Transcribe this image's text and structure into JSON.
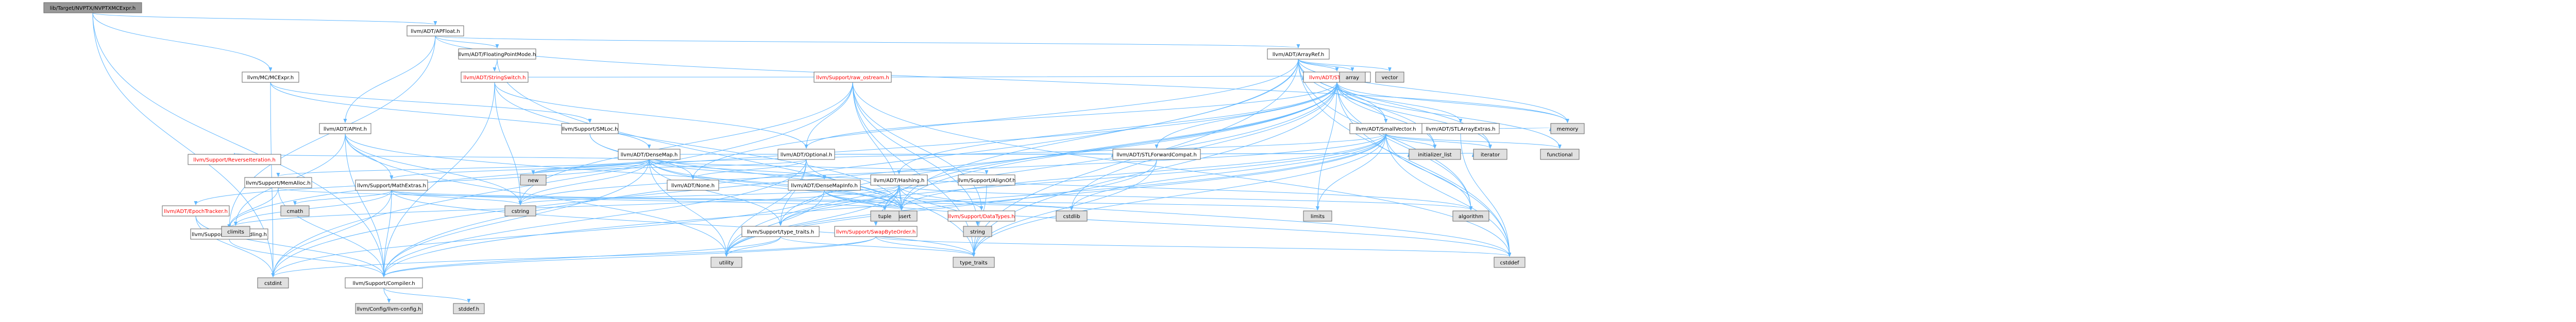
{
  "colors": {
    "root_fill": "#999999",
    "file_fill": "#ffffff",
    "system_fill": "#e0e0e0",
    "edge": "#63b8ff",
    "red_text": "#ff0000",
    "border": "#666666"
  },
  "nodes": [
    {
      "id": "root",
      "label": "lib/Target/NVPTX/NVPTXMCExpr.h",
      "kind": "root"
    },
    {
      "id": "apfloat",
      "label": "llvm/ADT/APFloat.h",
      "kind": "file"
    },
    {
      "id": "mcexpr",
      "label": "llvm/MC/MCExpr.h",
      "kind": "file"
    },
    {
      "id": "fpmode",
      "label": "llvm/ADT/FloatingPointMode.h",
      "kind": "file"
    },
    {
      "id": "arrayref",
      "label": "llvm/ADT/ArrayRef.h",
      "kind": "file"
    },
    {
      "id": "apsint",
      "label": "llvm/ADT/APInt.h",
      "kind": "file"
    },
    {
      "id": "stringswitch",
      "label": "llvm/ADT/StringSwitch.h",
      "kind": "red"
    },
    {
      "id": "smloc",
      "label": "llvm/Support/SMLoc.h",
      "kind": "file"
    },
    {
      "id": "rawostream",
      "label": "llvm/Support/raw_ostream.h",
      "kind": "red"
    },
    {
      "id": "stlextras",
      "label": "llvm/ADT/STLExtras.h",
      "kind": "red"
    },
    {
      "id": "densemap",
      "label": "llvm/ADT/DenseMap.h",
      "kind": "file"
    },
    {
      "id": "optional",
      "label": "llvm/ADT/Optional.h",
      "kind": "file"
    },
    {
      "id": "smallvector",
      "label": "llvm/ADT/SmallVector.h",
      "kind": "file"
    },
    {
      "id": "stlarrayextras",
      "label": "llvm/ADT/STLArrayExtras.h",
      "kind": "file"
    },
    {
      "id": "hashing",
      "label": "llvm/ADT/Hashing.h",
      "kind": "file"
    },
    {
      "id": "densemapinfo",
      "label": "llvm/ADT/DenseMapInfo.h",
      "kind": "file"
    },
    {
      "id": "none",
      "label": "llvm/ADT/None.h",
      "kind": "file"
    },
    {
      "id": "aligntof",
      "label": "llvm/Support/AlignOf.h",
      "kind": "file"
    },
    {
      "id": "stlfwd",
      "label": "llvm/ADT/STLForwardCompat.h",
      "kind": "file"
    },
    {
      "id": "reverseiter",
      "label": "llvm/Support/ReverseIteration.h",
      "kind": "red"
    },
    {
      "id": "memalloc",
      "label": "llvm/Support/MemAlloc.h",
      "kind": "file"
    },
    {
      "id": "mathextras",
      "label": "llvm/Support/MathExtras.h",
      "kind": "file"
    },
    {
      "id": "epochtracker",
      "label": "llvm/ADT/EpochTracker.h",
      "kind": "red"
    },
    {
      "id": "swapbyteorder",
      "label": "llvm/Support/SwapByteOrder.h",
      "kind": "red"
    },
    {
      "id": "datatypes",
      "label": "llvm/Support/DataTypes.h",
      "kind": "red"
    },
    {
      "id": "typetraits",
      "label": "llvm/Support/type_traits.h",
      "kind": "file"
    },
    {
      "id": "errorhandling",
      "label": "llvm/Support/ErrorHandling.h",
      "kind": "file"
    },
    {
      "id": "compiler",
      "label": "llvm/Support/Compiler.h",
      "kind": "file"
    },
    {
      "id": "llvmconfig",
      "label": "llvm/Config/llvm-config.h",
      "kind": "system"
    },
    {
      "id": "stddef",
      "label": "stddef.h",
      "kind": "system"
    },
    {
      "id": "cstdint",
      "label": "cstdint",
      "kind": "system"
    },
    {
      "id": "utility",
      "label": "utility",
      "kind": "system"
    },
    {
      "id": "cassert",
      "label": "cassert",
      "kind": "system"
    },
    {
      "id": "cstring",
      "label": "cstring",
      "kind": "system"
    },
    {
      "id": "climits",
      "label": "climits",
      "kind": "system"
    },
    {
      "id": "cmath",
      "label": "cmath",
      "kind": "system"
    },
    {
      "id": "new",
      "label": "new",
      "kind": "system"
    },
    {
      "id": "tuple",
      "label": "tuple",
      "kind": "system"
    },
    {
      "id": "string",
      "label": "string",
      "kind": "system"
    },
    {
      "id": "typetraitsstd",
      "label": "type_traits",
      "kind": "system"
    },
    {
      "id": "cstdlib",
      "label": "cstdlib",
      "kind": "system"
    },
    {
      "id": "limits",
      "label": "limits",
      "kind": "system"
    },
    {
      "id": "algorithm",
      "label": "algorithm",
      "kind": "system"
    },
    {
      "id": "cstddef",
      "label": "cstddef",
      "kind": "system"
    },
    {
      "id": "initlist",
      "label": "initializer_list",
      "kind": "system"
    },
    {
      "id": "iterator",
      "label": "iterator",
      "kind": "system"
    },
    {
      "id": "functional",
      "label": "functional",
      "kind": "system"
    },
    {
      "id": "memory",
      "label": "memory",
      "kind": "system"
    },
    {
      "id": "array",
      "label": "array",
      "kind": "system"
    },
    {
      "id": "vector",
      "label": "vector",
      "kind": "system"
    }
  ]
}
